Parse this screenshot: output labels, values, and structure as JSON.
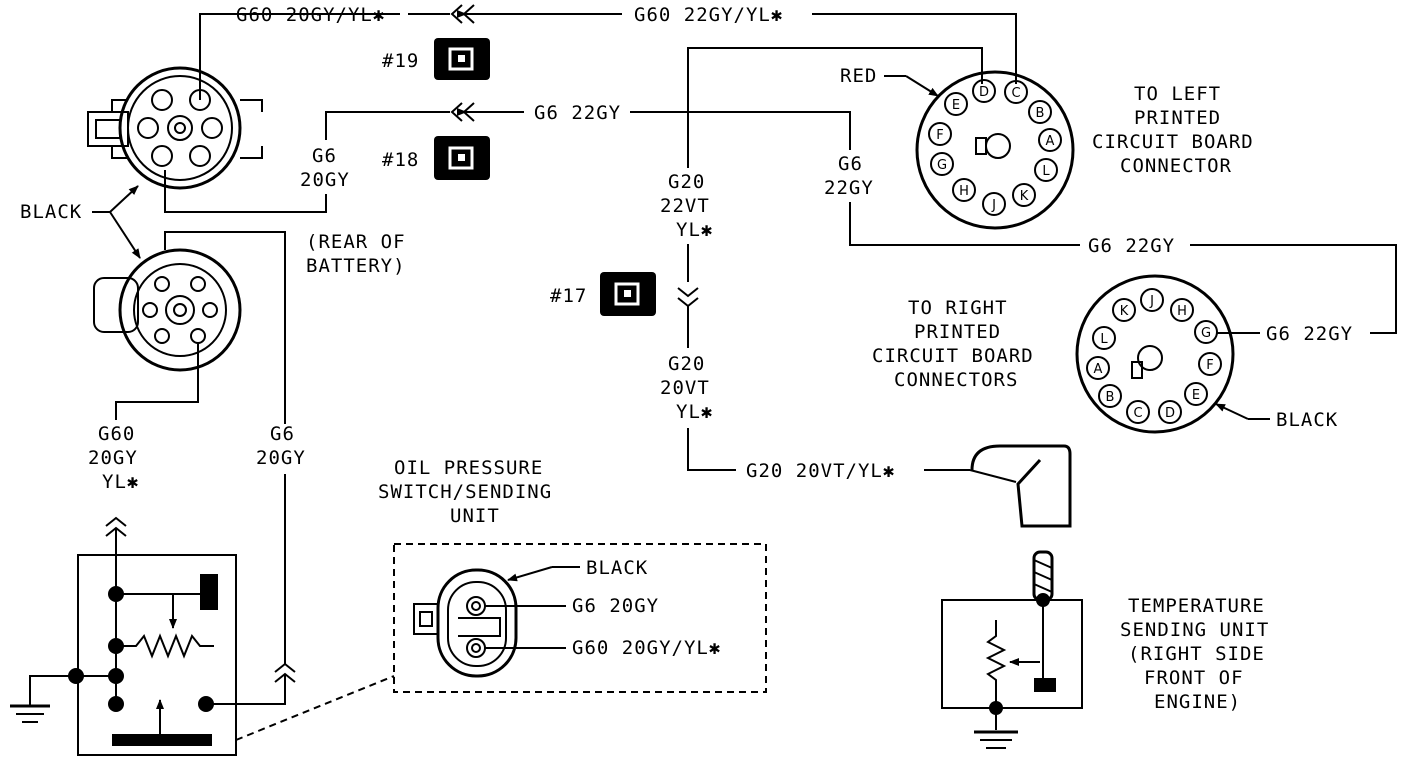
{
  "wires": {
    "g60_20gy_yl_top": "G60 20GY/YL✱",
    "g60_22gy_yl_top": "G60 22GY/YL✱",
    "g6_22gy_mid": "G6 22GY",
    "g6_20gy_left": [
      "G6",
      "20GY"
    ],
    "g20_22vt_yl": [
      "G20",
      "22VT",
      "YL✱"
    ],
    "g6_22gy_vertical": [
      "G6",
      "22GY"
    ],
    "g6_22gy_right": "G6 22GY",
    "g6_22gy_conn": "G6 22GY",
    "g20_20vt_yl_vert": [
      "G20",
      "20VT",
      "YL✱"
    ],
    "g20_20vt_yl_horiz": "G20 20VT/YL✱",
    "g60_20gy_yl_lower": [
      "G60",
      "20GY",
      "YL✱"
    ],
    "g6_20gy_lower": [
      "G6",
      "20GY"
    ],
    "g6_20gy_switch": "G6 20GY",
    "g60_20gy_yl_switch": "G60 20GY/YL✱"
  },
  "connectors": {
    "c19": "#19",
    "c18": "#18",
    "c17": "#17"
  },
  "labels": {
    "black_left": "BLACK",
    "rear_of_battery": [
      "(REAR OF",
      "BATTERY)"
    ],
    "red": "RED",
    "to_left_pcb": [
      "TO LEFT",
      "PRINTED",
      "CIRCUIT BOARD",
      "CONNECTOR"
    ],
    "to_right_pcb": [
      "TO RIGHT",
      "PRINTED",
      "CIRCUIT BOARD",
      "CONNECTORS"
    ],
    "black_right": "BLACK",
    "oil_pressure": [
      "OIL PRESSURE",
      "SWITCH/SENDING",
      "UNIT"
    ],
    "black_switch": "BLACK",
    "temp_sending": [
      "TEMPERATURE",
      "SENDING UNIT",
      "(RIGHT SIDE",
      "FRONT OF",
      "ENGINE)"
    ]
  },
  "left_connector_pins": [
    "D",
    "C",
    "B",
    "A",
    "L",
    "K",
    "J",
    "H",
    "G",
    "F",
    "E"
  ],
  "right_connector_pins": [
    "K",
    "J",
    "H",
    "G",
    "F",
    "E",
    "D",
    "C",
    "B",
    "A",
    "L"
  ]
}
